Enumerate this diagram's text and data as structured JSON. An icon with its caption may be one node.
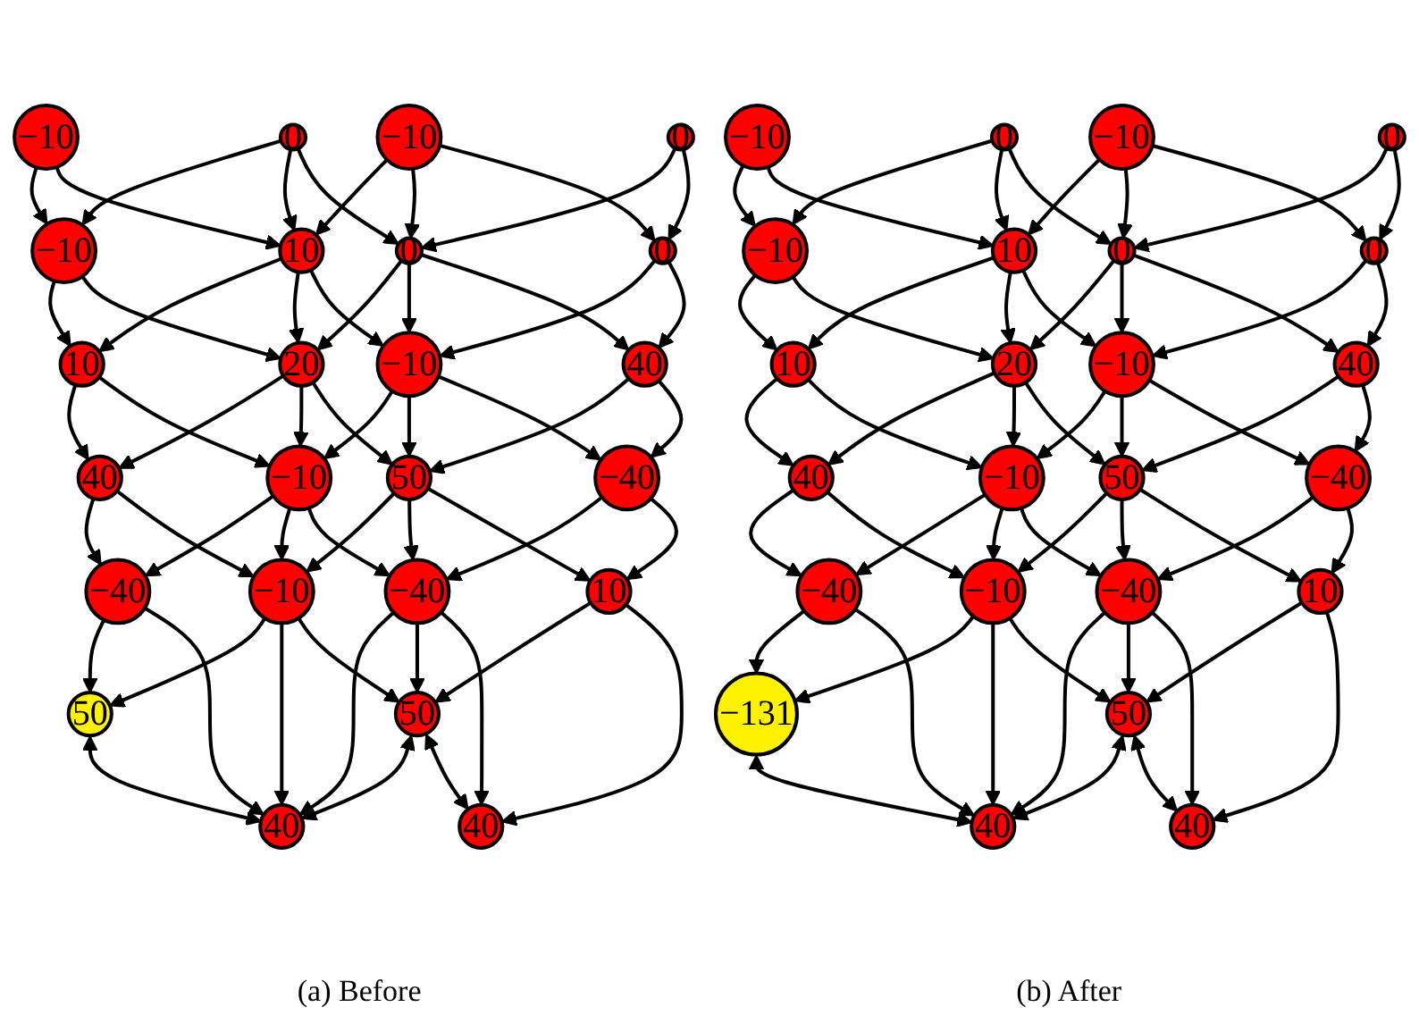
{
  "diagram": {
    "nodes": [
      {
        "text": [
          "−10"
        ]
      },
      {
        "text": [
          "0"
        ]
      },
      {
        "text": [
          "−10"
        ]
      },
      {
        "text": [
          "0"
        ]
      },
      {
        "text": [
          "−10"
        ]
      },
      {
        "text": [
          "10"
        ]
      },
      {
        "text": [
          "0"
        ]
      },
      {
        "text": [
          "0"
        ]
      },
      {
        "text": [
          "10"
        ]
      },
      {
        "text": [
          "20"
        ]
      },
      {
        "text": [
          "−10"
        ]
      },
      {
        "text": [
          "40"
        ]
      },
      {
        "text": [
          "40"
        ]
      },
      {
        "text": [
          "−10"
        ]
      },
      {
        "text": [
          "50"
        ]
      },
      {
        "text": [
          "−40"
        ]
      },
      {
        "text": [
          "−40"
        ]
      },
      {
        "text": [
          "−10"
        ]
      },
      {
        "text": [
          "−40"
        ]
      },
      {
        "text": [
          "10"
        ]
      },
      {
        "text": [
          "50"
        ]
      },
      {
        "text": [
          "40"
        ]
      },
      {
        "text": [
          "50"
        ]
      },
      {
        "text": [
          "40"
        ]
      },
      {
        "text": [
          "−10"
        ]
      },
      {
        "text": [
          "0"
        ]
      },
      {
        "text": [
          "−10"
        ]
      },
      {
        "text": [
          "0"
        ]
      },
      {
        "text": [
          "−10"
        ]
      },
      {
        "text": [
          "10"
        ]
      },
      {
        "text": [
          "0"
        ]
      },
      {
        "text": [
          "0"
        ]
      },
      {
        "text": [
          "10"
        ]
      },
      {
        "text": [
          "20"
        ]
      },
      {
        "text": [
          "−10"
        ]
      },
      {
        "text": [
          "40"
        ]
      },
      {
        "text": [
          "40"
        ]
      },
      {
        "text": [
          "−10"
        ]
      },
      {
        "text": [
          "50"
        ]
      },
      {
        "text": [
          "−40"
        ]
      },
      {
        "text": [
          "−40"
        ]
      },
      {
        "text": [
          "−10"
        ]
      },
      {
        "text": [
          "−40"
        ]
      },
      {
        "text": [
          "10"
        ]
      },
      {
        "text": [
          "−131"
        ]
      },
      {
        "text": [
          "40"
        ]
      },
      {
        "text": [
          "50"
        ]
      },
      {
        "text": [
          "40"
        ]
      }
    ],
    "edges": [
      {
        "from": 0,
        "to": 4,
        "arrow": "to"
      },
      {
        "from": 0,
        "to": 5,
        "arrow": "to"
      },
      {
        "from": 1,
        "to": 4,
        "arrow": "to"
      },
      {
        "from": 1,
        "to": 5,
        "arrow": "to"
      },
      {
        "from": 1,
        "to": 6,
        "arrow": "to"
      },
      {
        "from": 2,
        "to": 5,
        "arrow": "to"
      },
      {
        "from": 2,
        "to": 6,
        "arrow": "to"
      },
      {
        "from": 2,
        "to": 7,
        "arrow": "to"
      },
      {
        "from": 3,
        "to": 6,
        "arrow": "to"
      },
      {
        "from": 3,
        "to": 7,
        "arrow": "to"
      },
      {
        "from": 4,
        "to": 8,
        "arrow": "to"
      },
      {
        "from": 4,
        "to": 9,
        "arrow": "to"
      },
      {
        "from": 5,
        "to": 8,
        "arrow": "to"
      },
      {
        "from": 5,
        "to": 9,
        "arrow": "to"
      },
      {
        "from": 5,
        "to": 10,
        "arrow": "to"
      },
      {
        "from": 6,
        "to": 9,
        "arrow": "to"
      },
      {
        "from": 6,
        "to": 10,
        "arrow": "to"
      },
      {
        "from": 6,
        "to": 11,
        "arrow": "to"
      },
      {
        "from": 7,
        "to": 10,
        "arrow": "to"
      },
      {
        "from": 7,
        "to": 11,
        "arrow": "to"
      },
      {
        "from": 8,
        "to": 12,
        "arrow": "to"
      },
      {
        "from": 8,
        "to": 13,
        "arrow": "to"
      },
      {
        "from": 9,
        "to": 12,
        "arrow": "to"
      },
      {
        "from": 9,
        "to": 13,
        "arrow": "to"
      },
      {
        "from": 9,
        "to": 14,
        "arrow": "to"
      },
      {
        "from": 10,
        "to": 13,
        "arrow": "to"
      },
      {
        "from": 10,
        "to": 14,
        "arrow": "to"
      },
      {
        "from": 10,
        "to": 15,
        "arrow": "to"
      },
      {
        "from": 11,
        "to": 14,
        "arrow": "to"
      },
      {
        "from": 11,
        "to": 15,
        "arrow": "to"
      },
      {
        "from": 12,
        "to": 16,
        "arrow": "to"
      },
      {
        "from": 12,
        "to": 17,
        "arrow": "to"
      },
      {
        "from": 13,
        "to": 16,
        "arrow": "to"
      },
      {
        "from": 13,
        "to": 17,
        "arrow": "to"
      },
      {
        "from": 13,
        "to": 18,
        "arrow": "to"
      },
      {
        "from": 14,
        "to": 17,
        "arrow": "to"
      },
      {
        "from": 14,
        "to": 18,
        "arrow": "to"
      },
      {
        "from": 14,
        "to": 19,
        "arrow": "to"
      },
      {
        "from": 15,
        "to": 18,
        "arrow": "to"
      },
      {
        "from": 15,
        "to": 19,
        "arrow": "to"
      },
      {
        "from": 16,
        "to": 20,
        "arrow": "to"
      },
      {
        "from": 16,
        "to": 21,
        "arrow": "to"
      },
      {
        "from": 17,
        "to": 20,
        "arrow": "to"
      },
      {
        "from": 17,
        "to": 21,
        "arrow": "to"
      },
      {
        "from": 17,
        "to": 22,
        "arrow": "to"
      },
      {
        "from": 18,
        "to": 21,
        "arrow": "to"
      },
      {
        "from": 18,
        "to": 22,
        "arrow": "to"
      },
      {
        "from": 18,
        "to": 23,
        "arrow": "to"
      },
      {
        "from": 19,
        "to": 22,
        "arrow": "to"
      },
      {
        "from": 19,
        "to": 23,
        "arrow": "to"
      },
      {
        "from": 20,
        "to": 21,
        "arrow": "both"
      },
      {
        "from": 22,
        "to": 21,
        "arrow": "both"
      },
      {
        "from": 22,
        "to": 23,
        "arrow": "both"
      },
      {
        "from": 24,
        "to": 28,
        "arrow": "to"
      },
      {
        "from": 24,
        "to": 29,
        "arrow": "to"
      },
      {
        "from": 25,
        "to": 28,
        "arrow": "to"
      },
      {
        "from": 25,
        "to": 29,
        "arrow": "to"
      },
      {
        "from": 25,
        "to": 30,
        "arrow": "to"
      },
      {
        "from": 26,
        "to": 29,
        "arrow": "to"
      },
      {
        "from": 26,
        "to": 30,
        "arrow": "to"
      },
      {
        "from": 26,
        "to": 31,
        "arrow": "to"
      },
      {
        "from": 27,
        "to": 30,
        "arrow": "to"
      },
      {
        "from": 27,
        "to": 31,
        "arrow": "to"
      },
      {
        "from": 28,
        "to": 32,
        "arrow": "to"
      },
      {
        "from": 28,
        "to": 33,
        "arrow": "to"
      },
      {
        "from": 29,
        "to": 32,
        "arrow": "to"
      },
      {
        "from": 29,
        "to": 33,
        "arrow": "to"
      },
      {
        "from": 29,
        "to": 34,
        "arrow": "to"
      },
      {
        "from": 30,
        "to": 33,
        "arrow": "to"
      },
      {
        "from": 30,
        "to": 34,
        "arrow": "to"
      },
      {
        "from": 30,
        "to": 35,
        "arrow": "to"
      },
      {
        "from": 31,
        "to": 34,
        "arrow": "to"
      },
      {
        "from": 31,
        "to": 35,
        "arrow": "to"
      },
      {
        "from": 32,
        "to": 36,
        "arrow": "to"
      },
      {
        "from": 32,
        "to": 37,
        "arrow": "to"
      },
      {
        "from": 33,
        "to": 36,
        "arrow": "to"
      },
      {
        "from": 33,
        "to": 37,
        "arrow": "to"
      },
      {
        "from": 33,
        "to": 38,
        "arrow": "to"
      },
      {
        "from": 34,
        "to": 37,
        "arrow": "to"
      },
      {
        "from": 34,
        "to": 38,
        "arrow": "to"
      },
      {
        "from": 34,
        "to": 39,
        "arrow": "to"
      },
      {
        "from": 35,
        "to": 38,
        "arrow": "to"
      },
      {
        "from": 35,
        "to": 39,
        "arrow": "to"
      },
      {
        "from": 36,
        "to": 40,
        "arrow": "to"
      },
      {
        "from": 36,
        "to": 41,
        "arrow": "to"
      },
      {
        "from": 37,
        "to": 40,
        "arrow": "to"
      },
      {
        "from": 37,
        "to": 41,
        "arrow": "to"
      },
      {
        "from": 37,
        "to": 42,
        "arrow": "to"
      },
      {
        "from": 38,
        "to": 41,
        "arrow": "to"
      },
      {
        "from": 38,
        "to": 42,
        "arrow": "to"
      },
      {
        "from": 38,
        "to": 43,
        "arrow": "to"
      },
      {
        "from": 39,
        "to": 42,
        "arrow": "to"
      },
      {
        "from": 39,
        "to": 43,
        "arrow": "to"
      },
      {
        "from": 40,
        "to": 44,
        "arrow": "to"
      },
      {
        "from": 40,
        "to": 45,
        "arrow": "to"
      },
      {
        "from": 41,
        "to": 44,
        "arrow": "to"
      },
      {
        "from": 41,
        "to": 45,
        "arrow": "to"
      },
      {
        "from": 41,
        "to": 46,
        "arrow": "to"
      },
      {
        "from": 42,
        "to": 45,
        "arrow": "to"
      },
      {
        "from": 42,
        "to": 46,
        "arrow": "to"
      },
      {
        "from": 42,
        "to": 47,
        "arrow": "to"
      },
      {
        "from": 43,
        "to": 46,
        "arrow": "to"
      },
      {
        "from": 43,
        "to": 47,
        "arrow": "to"
      },
      {
        "from": 44,
        "to": 45,
        "arrow": "both"
      },
      {
        "from": 46,
        "to": 45,
        "arrow": "both"
      },
      {
        "from": 46,
        "to": 47,
        "arrow": "both"
      }
    ],
    "labels": [
      "(a) Before",
      "(b) After"
    ]
  }
}
